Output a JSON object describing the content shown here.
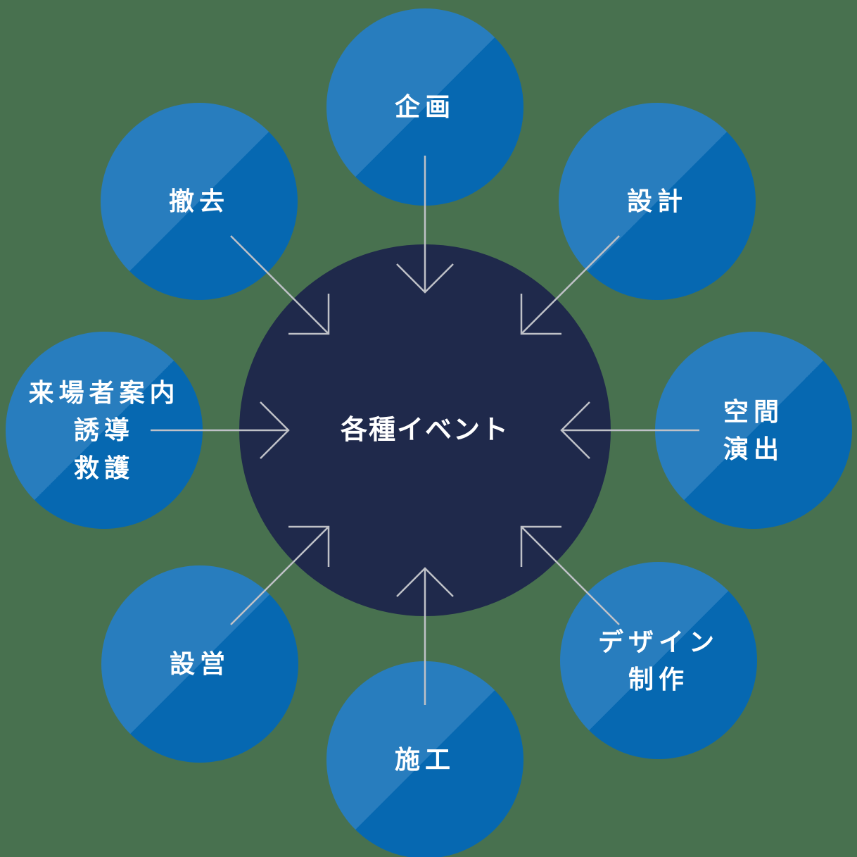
{
  "diagram": {
    "title": "event-services-flow",
    "center_node": {
      "label": "各種イベント"
    },
    "outer_nodes": [
      {
        "label": "企画",
        "position": "top"
      },
      {
        "label": "設計",
        "position": "top-right"
      },
      {
        "label": "空間\n演出",
        "position": "right"
      },
      {
        "label": "デザイン\n制作",
        "position": "bottom-right"
      },
      {
        "label": "施工",
        "position": "bottom"
      },
      {
        "label": "設営",
        "position": "bottom-left"
      },
      {
        "label": "来場者案内\n誘導\n救護",
        "position": "left"
      },
      {
        "label": "撤去",
        "position": "top-left"
      }
    ],
    "colors": {
      "background": "#48714F",
      "outer_node_light": "#287DBE",
      "outer_node_dark": "#0668B1",
      "center_node": "#1F294B",
      "arrow": "#BFC1C7",
      "text": "#FFFFFF"
    }
  }
}
